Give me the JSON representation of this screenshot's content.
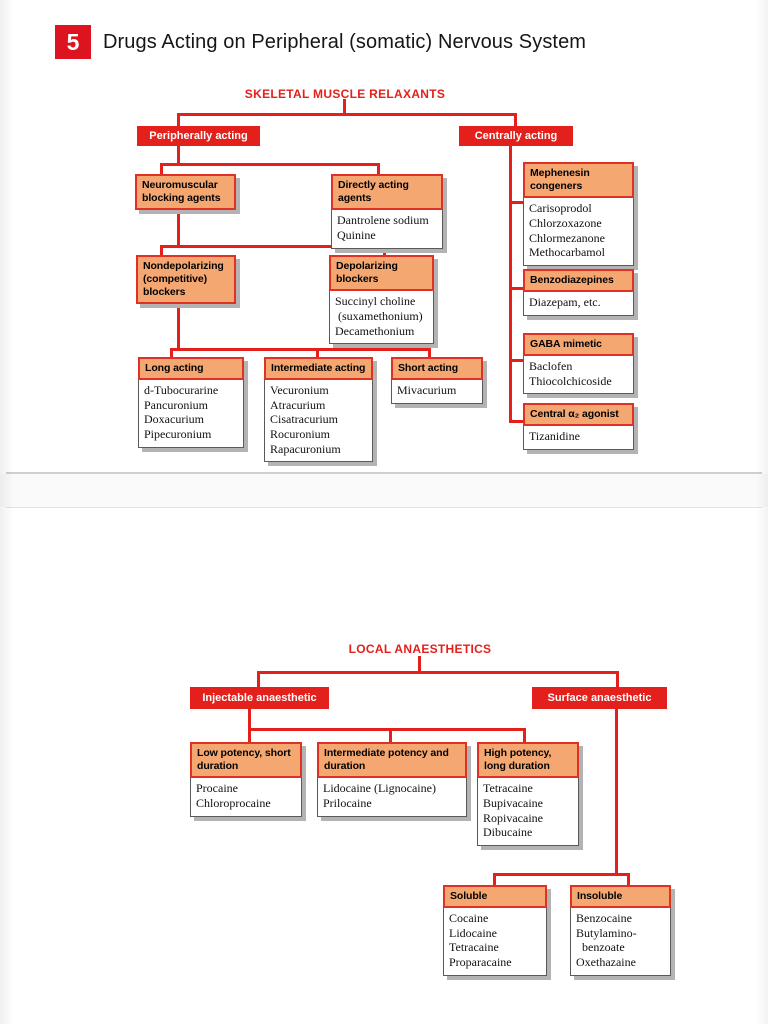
{
  "page": {
    "badge": "5",
    "title": "Drugs Acting on Peripheral (somatic) Nervous System"
  },
  "colors": {
    "accent_red": "#e3201b",
    "node_header_orange": "#f5a772",
    "shadow_gray": "#b3b3b3"
  },
  "chart1": {
    "title": "SKELETAL MUSCLE RELAXANTS",
    "branches": {
      "left": "Peripherally acting",
      "right": "Centrally acting"
    },
    "boxes": {
      "neuromuscular": {
        "header": "Neuromuscular blocking agents",
        "items": []
      },
      "directly_acting": {
        "header": "Directly acting agents",
        "items": [
          "Dantrolene sodium",
          "Quinine"
        ]
      },
      "nondepolarizing": {
        "header": "Nondepolarizing (competitive) blockers",
        "items": []
      },
      "depolarizing": {
        "header": "Depolarizing blockers",
        "items": [
          "Succinyl choline",
          " (suxamethonium)",
          "Decamethonium"
        ]
      },
      "long_acting": {
        "header": "Long acting",
        "items": [
          "d-Tubocurarine",
          "Pancuronium",
          "Doxacurium",
          "Pipecuronium"
        ]
      },
      "intermediate_acting": {
        "header": "Intermediate acting",
        "items": [
          "Vecuronium",
          "Atracurium",
          "Cisatracurium",
          "Rocuronium",
          "Rapacuronium"
        ]
      },
      "short_acting": {
        "header": "Short acting",
        "items": [
          "Mivacurium"
        ]
      },
      "mephenesin": {
        "header": "Mephenesin congeners",
        "items": [
          "Carisoprodol",
          "Chlorzoxazone",
          "Chlormezanone",
          "Methocarbamol"
        ]
      },
      "benzodiazepines": {
        "header": "Benzodiazepines",
        "items": [
          "Diazepam, etc."
        ]
      },
      "gaba_mimetic": {
        "header": "GABA mimetic",
        "items": [
          "Baclofen",
          "Thiocolchicoside"
        ]
      },
      "central_a2_agonist": {
        "header": "Central α₂ agonist",
        "items": [
          "Tizanidine"
        ]
      }
    }
  },
  "chart2": {
    "title": "LOCAL ANAESTHETICS",
    "branches": {
      "left": "Injectable anaesthetic",
      "right": "Surface anaesthetic"
    },
    "boxes": {
      "low_potency": {
        "header": "Low potency, short duration",
        "items": [
          "Procaine",
          "Chloroprocaine"
        ]
      },
      "intermediate_potency": {
        "header": "Intermediate potency and duration",
        "items": [
          "Lidocaine (Lignocaine)",
          "Prilocaine"
        ]
      },
      "high_potency": {
        "header": "High potency, long duration",
        "items": [
          "Tetracaine",
          "Bupivacaine",
          "Ropivacaine",
          "Dibucaine"
        ]
      },
      "soluble": {
        "header": "Soluble",
        "items": [
          "Cocaine",
          "Lidocaine",
          "Tetracaine",
          "Proparacaine"
        ]
      },
      "insoluble": {
        "header": "Insoluble",
        "items": [
          "Benzocaine",
          "Butylamino-",
          "  benzoate",
          "Oxethazaine"
        ]
      }
    }
  }
}
